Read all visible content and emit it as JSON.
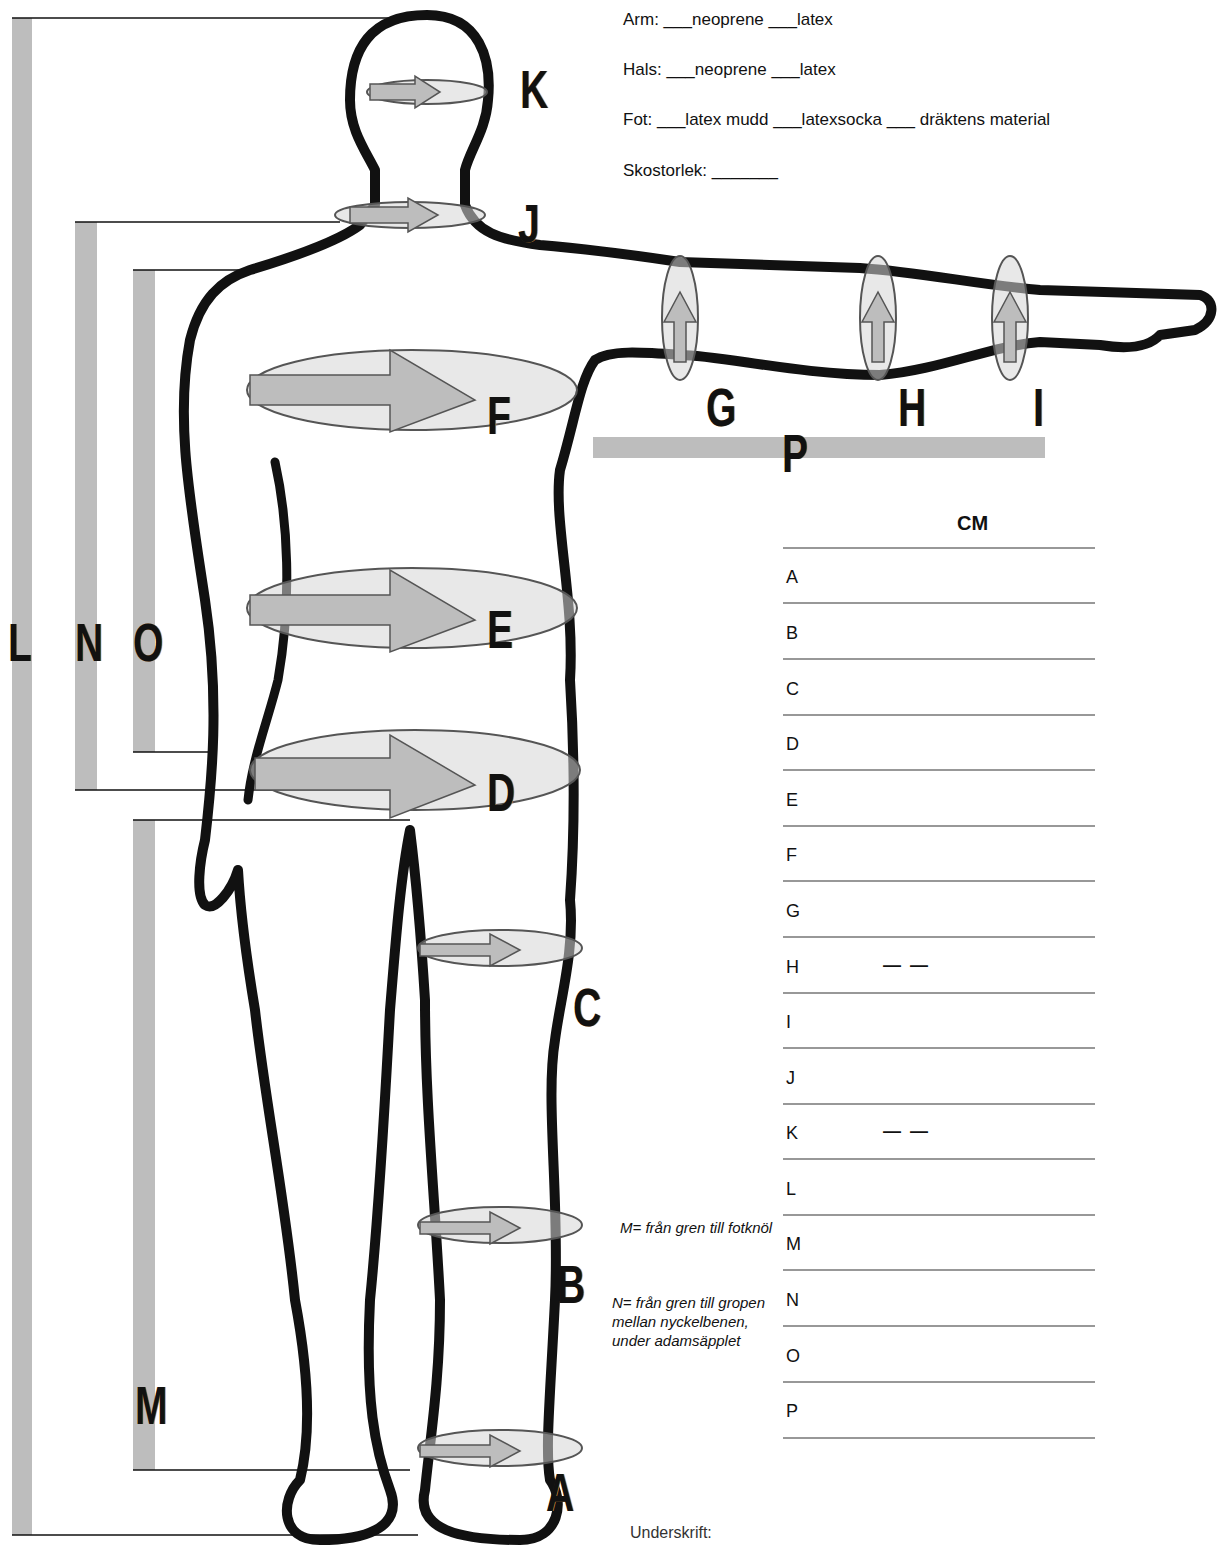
{
  "diagram": {
    "labels": [
      "Arm: ___neoprene ___latex",
      "Hals: ___neoprene ___latex",
      "Fot: ___latex mudd ___latexsocka ___ dräktens material",
      "Skostorlek: _______",
      "K",
      "J",
      "F",
      "G",
      "H",
      "I",
      "P",
      "CM",
      "L",
      "N",
      "O",
      "E",
      "D",
      "C",
      "B",
      "M",
      "A",
      "A",
      "B",
      "C",
      "D",
      "E",
      "F",
      "G",
      "H",
      "I",
      "J",
      "K",
      "L",
      "M",
      "N",
      "O",
      "P",
      "— —",
      "— —",
      "M= från gren till fotknöl",
      "N= från gren till gropen mellan nyckelbenen, under adamsäpplet",
      "Underskrift:"
    ]
  }
}
